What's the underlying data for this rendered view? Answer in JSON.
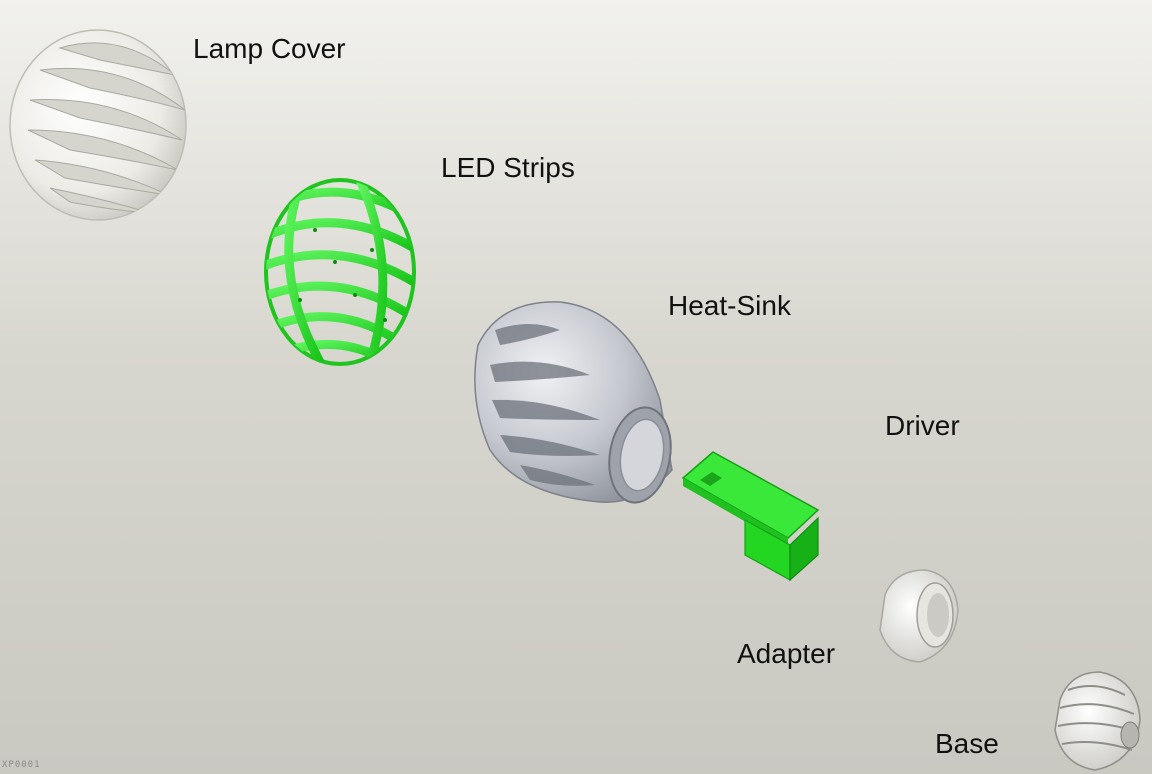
{
  "labels": {
    "lamp_cover": "Lamp Cover",
    "led_strips": "LED Strips",
    "heat_sink": "Heat-Sink",
    "driver": "Driver",
    "adapter": "Adapter",
    "base": "Base"
  },
  "watermark": "XP0001",
  "colors": {
    "background_top": "#f2f1ee",
    "background_bottom": "#c9c8c1",
    "cover_white": "#f4f3ef",
    "led_green": "#33e833",
    "driver_green": "#22e022",
    "metal_gray": "#b9bcc3",
    "label_text": "#111111"
  }
}
